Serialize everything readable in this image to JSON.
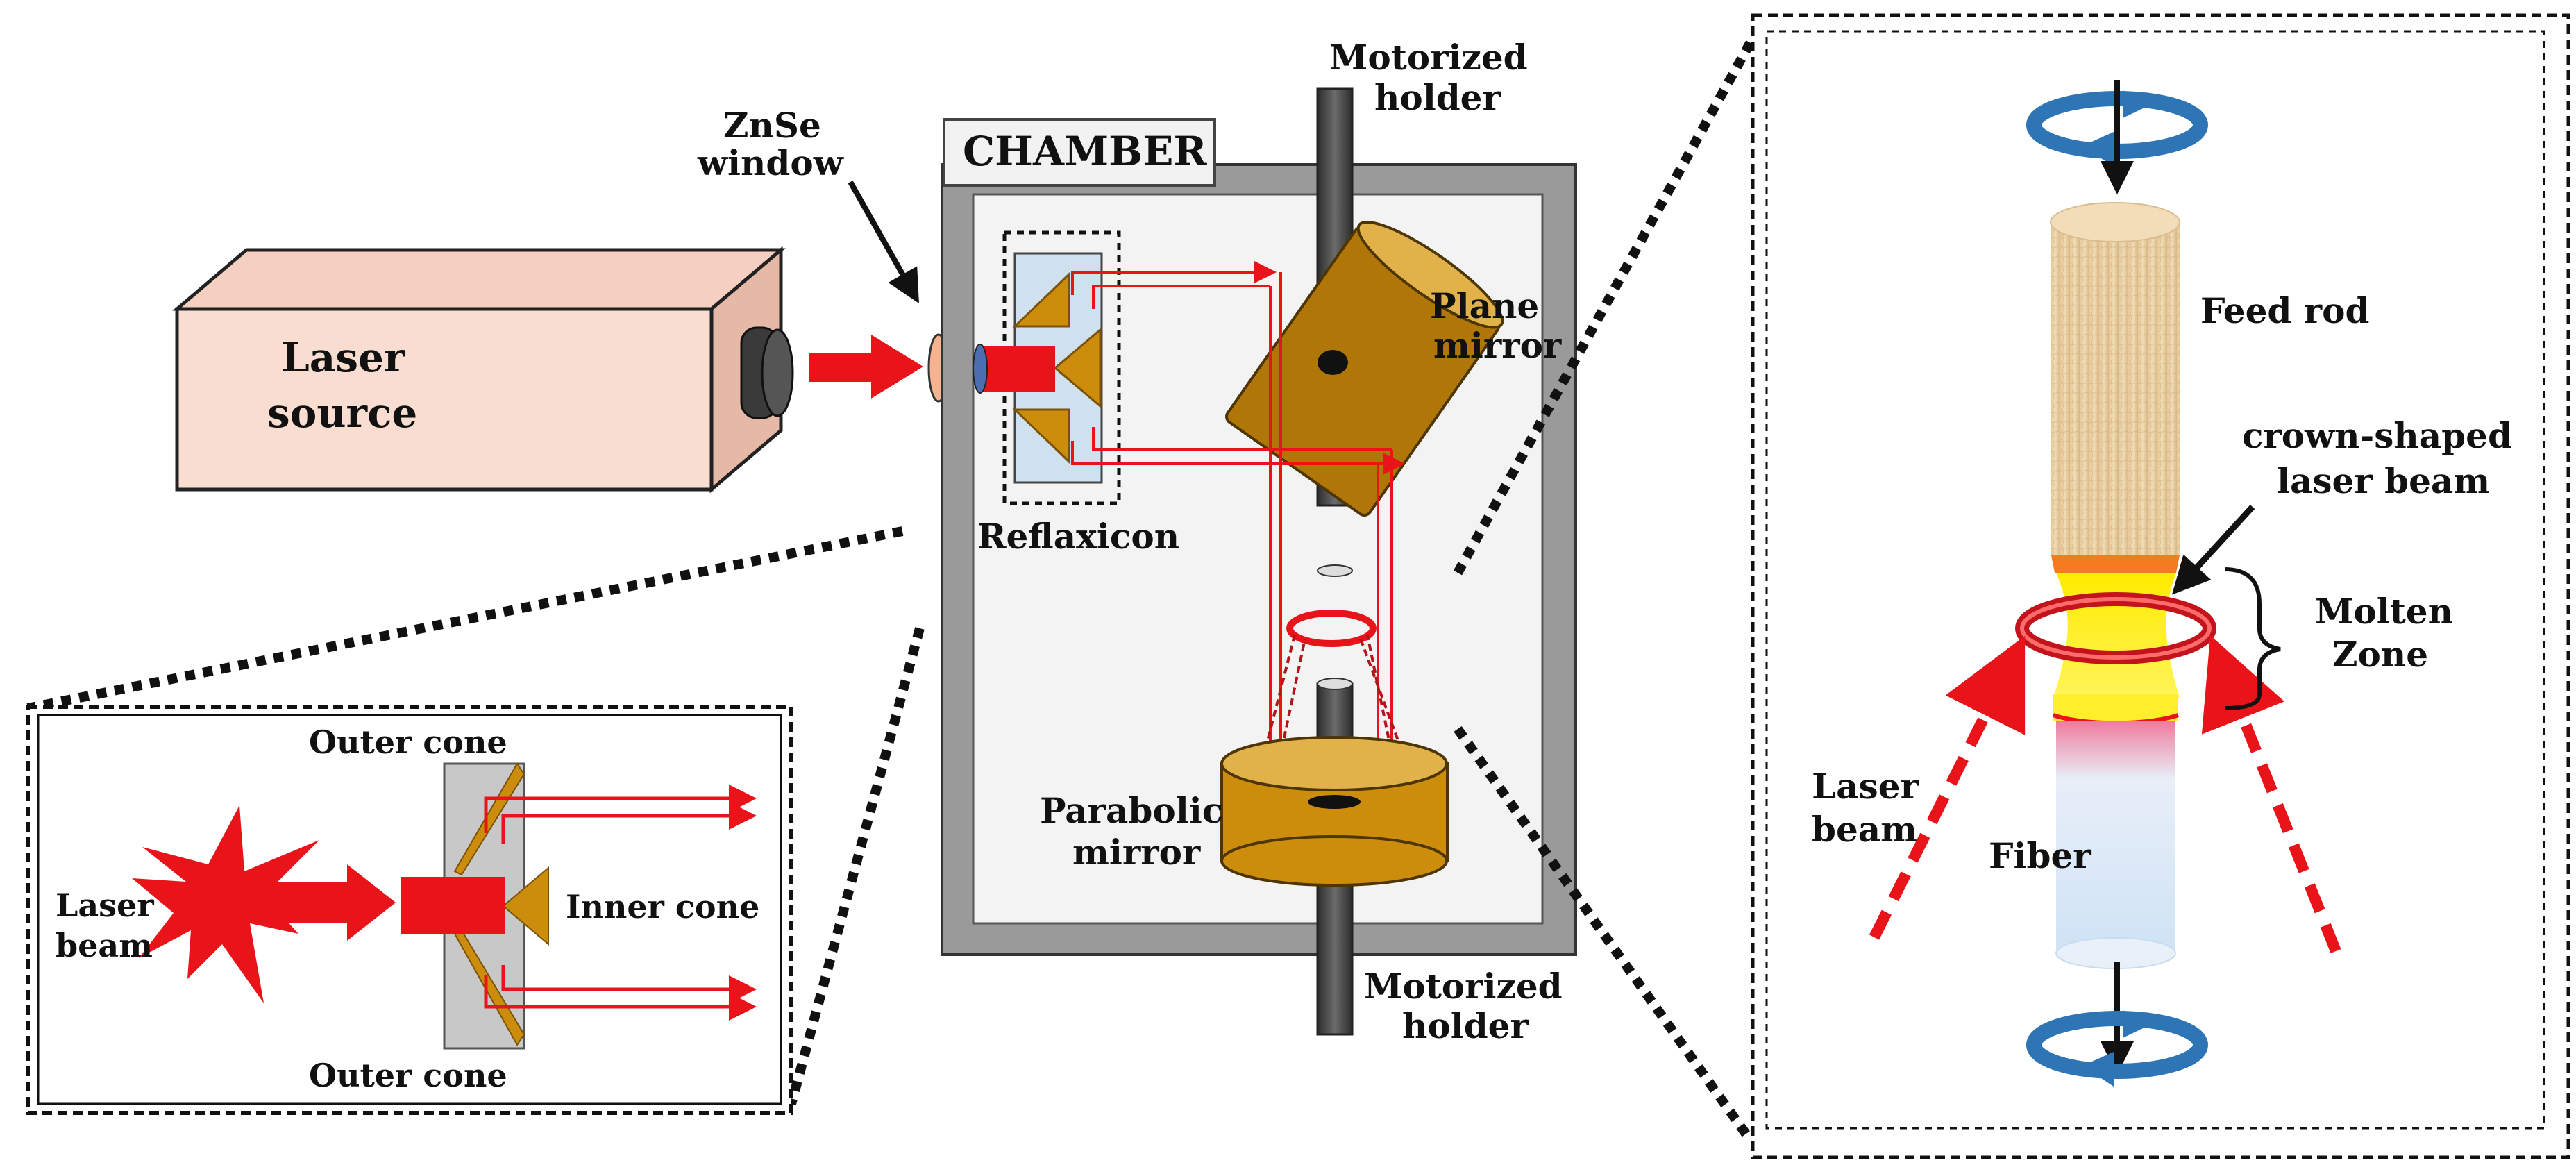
{
  "labels": {
    "laser_source_1": "Laser",
    "laser_source_2": "source",
    "znse_1": "ZnSe",
    "znse_2": "window",
    "chamber": "CHAMBER",
    "motorized_top_1": "Motorized",
    "motorized_top_2": "holder",
    "motorized_bottom_1": "Motorized",
    "motorized_bottom_2": "holder",
    "plane_mirror_1": "Plane",
    "plane_mirror_2": "mirror",
    "reflaxicon": "Reflaxicon",
    "parabolic_1": "Parabolic",
    "parabolic_2": "mirror",
    "outer_cone_top": "Outer cone",
    "outer_cone_bottom": "Outer cone",
    "inner_cone": "Inner cone",
    "inset_laser_1": "Laser",
    "inset_laser_2": "beam",
    "feed_rod": "Feed rod",
    "crown_1": "crown-shaped",
    "crown_2": "laser beam",
    "molten_1": "Molten",
    "molten_2": "Zone",
    "right_laser_1": "Laser",
    "right_laser_2": "beam",
    "fiber": "Fiber"
  },
  "colors": {
    "laser_red": "#e8141a",
    "mirror_gold": "#cc8c0c",
    "mirror_gold_light": "#e2b24a",
    "laser_box": "#f9ddd0",
    "chamber_gray": "#9a9a9a",
    "rotation_blue": "#2e75b6"
  }
}
